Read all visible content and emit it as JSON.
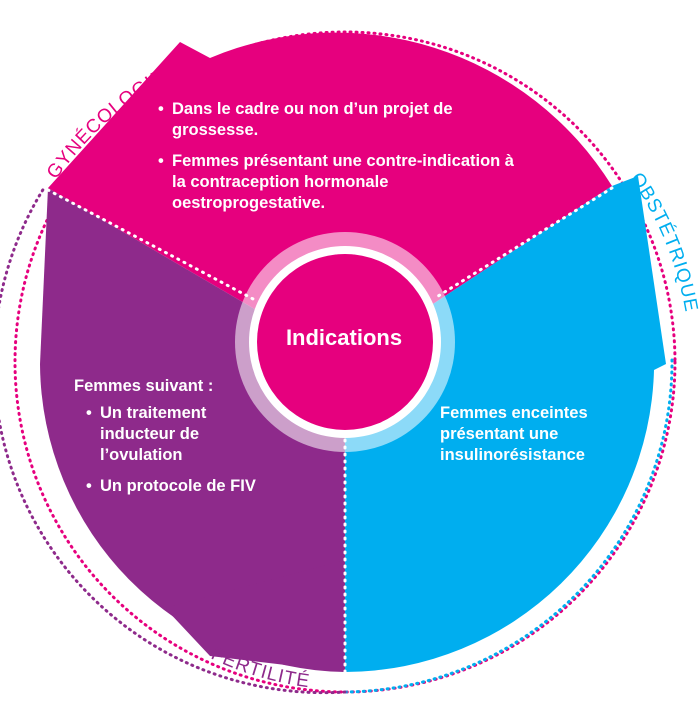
{
  "center": {
    "title": "Indications"
  },
  "segments": {
    "gynecologie": {
      "label": "GYNÉCOLOGIE",
      "color": "#E6007E",
      "items": [
        "Dans le cadre ou non d’un projet de grossesse.",
        "Femmes présentant une contre-indication à la contraception hormonale oestroprogestative."
      ]
    },
    "obstetrique": {
      "label": "OBSTÉTRIQUE",
      "color": "#00AEEF",
      "text": "Femmes enceintes présentant une insulinorésistance"
    },
    "fertilite": {
      "label": "FERTILITÉ",
      "color": "#8E2A8B",
      "intro": "Femmes suivant :",
      "items": [
        "Un traitement inducteur de l’ovulation",
        "Un protocole de FIV"
      ]
    }
  }
}
